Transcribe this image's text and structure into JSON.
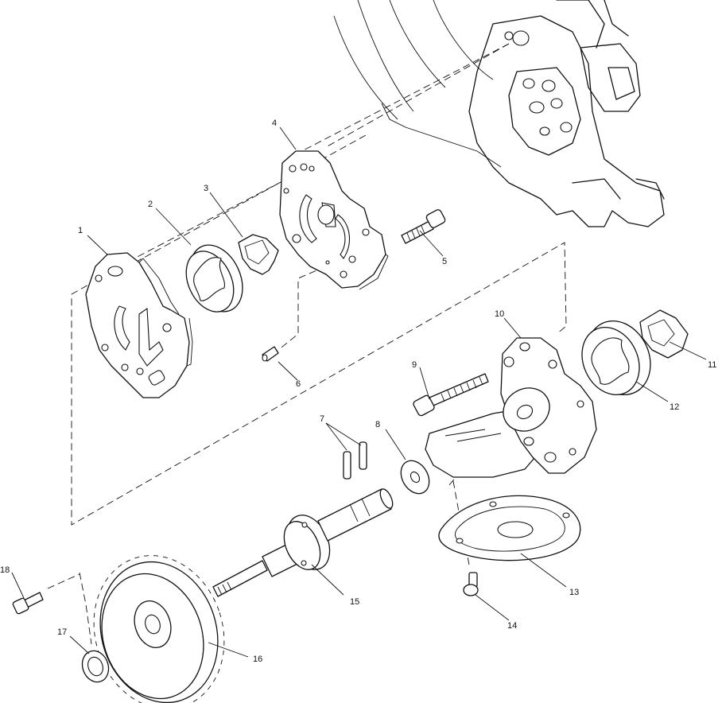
{
  "callouts": [
    {
      "id": "1",
      "text": "1"
    },
    {
      "id": "2",
      "text": "2"
    },
    {
      "id": "3",
      "text": "3"
    },
    {
      "id": "4",
      "text": "4"
    },
    {
      "id": "5",
      "text": "5"
    },
    {
      "id": "6",
      "text": "6"
    },
    {
      "id": "7",
      "text": "7"
    },
    {
      "id": "8",
      "text": "8"
    },
    {
      "id": "9",
      "text": "9"
    },
    {
      "id": "10",
      "text": "10"
    },
    {
      "id": "11",
      "text": "11"
    },
    {
      "id": "12",
      "text": "12"
    },
    {
      "id": "13",
      "text": "13"
    },
    {
      "id": "14",
      "text": "14"
    },
    {
      "id": "15",
      "text": "15"
    },
    {
      "id": "16",
      "text": "16"
    },
    {
      "id": "17",
      "text": "17"
    },
    {
      "id": "18",
      "text": "18"
    }
  ]
}
